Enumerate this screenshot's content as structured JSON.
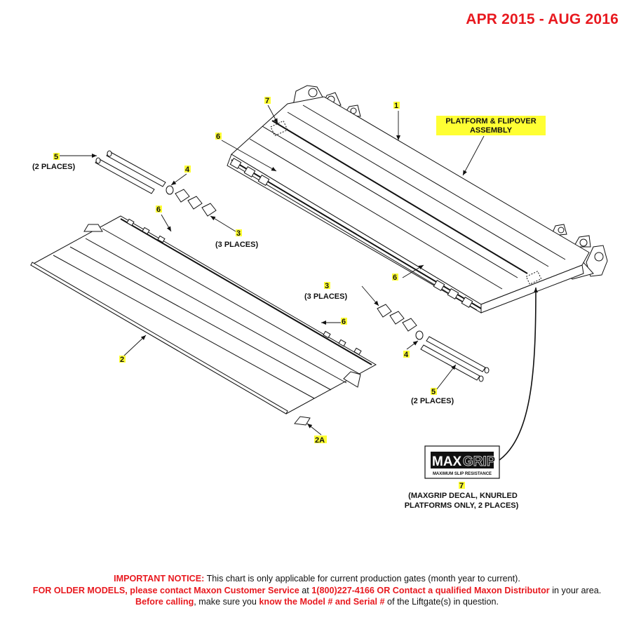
{
  "header": {
    "date_range": "APR 2015 - AUG 2016"
  },
  "callouts": {
    "c1": "1",
    "c2": "2",
    "c2a": "2A",
    "c3_left": "3",
    "c3_left_note": "(3 PLACES)",
    "c3_right": "3",
    "c3_right_note": "(3 PLACES)",
    "c4_left": "4",
    "c4_right": "4",
    "c5_left": "5",
    "c5_left_note": "(2 PLACES)",
    "c5_right": "5",
    "c5_right_note": "(2 PLACES)",
    "c6_a": "6",
    "c6_b": "6",
    "c6_c": "6",
    "c6_d": "6",
    "c7_top": "7",
    "c7_bottom": "7",
    "assembly_line1": "PLATFORM & FLIPOVER",
    "assembly_line2": "ASSEMBLY",
    "maxgrip_note_line1": "(MAXGRIP DECAL, KNURLED",
    "maxgrip_note_line2": "PLATFORMS ONLY, 2 PLACES)"
  },
  "decal": {
    "brand_max": "MAX",
    "brand_grip": "GRIP",
    "tagline": "MAXIMUM SLIP RESISTANCE"
  },
  "notice": {
    "important_label": "IMPORTANT NOTICE:",
    "important_text": " This chart is only applicable for current production gates (month year to current).",
    "older_models": "FOR OLDER MODELS, please contact Maxon Customer Service",
    "at": " at ",
    "phone": "1(800)227-4166 OR Contact a qualified Maxon Distributor",
    "in_area": " in your area. ",
    "before_calling": "Before calling",
    "make_sure": ", make sure you ",
    "know_model": "know the Model # and Serial #",
    "of_liftgate": " of the Liftgate(s) in question."
  },
  "colors": {
    "accent_red": "#e8191f",
    "callout_yellow": "#ffff33",
    "ink": "#111111"
  }
}
